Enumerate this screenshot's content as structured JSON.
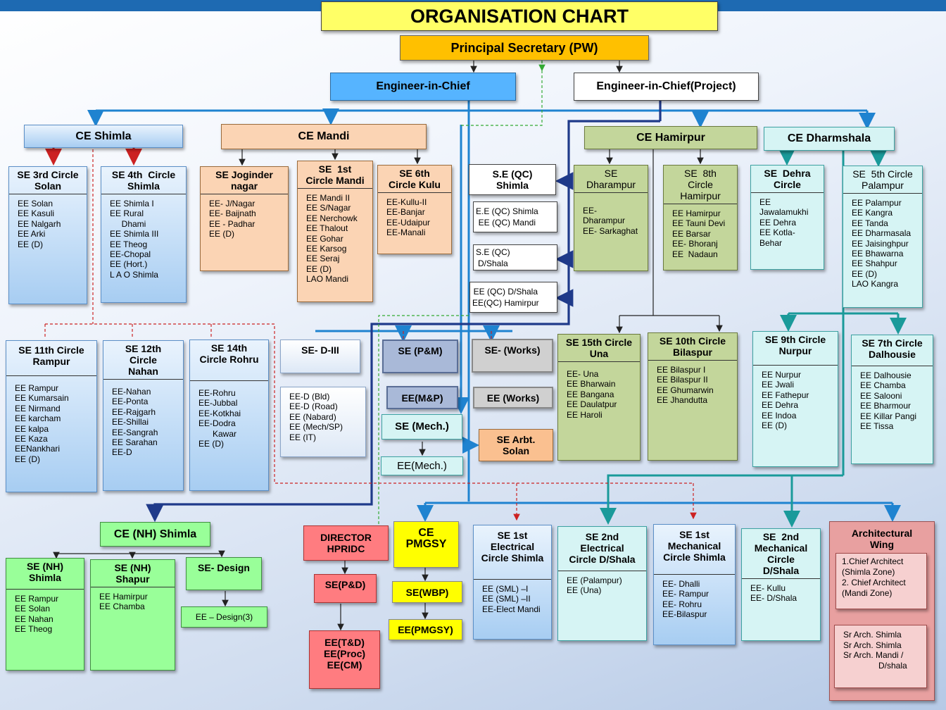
{
  "title": "ORGANISATION CHART",
  "principal_secretary": "Principal Secretary (PW)",
  "eic": "Engineer-in-Chief",
  "eic_project": "Engineer-in-Chief(Project)",
  "ce_shimla": "CE Shimla",
  "ce_mandi": "CE Mandi",
  "ce_hamirpur": "CE Hamirpur",
  "ce_dharmshala": "CE Dharmshala",
  "se_solan": {
    "title": "SE 3rd Circle\nSolan",
    "items": [
      "EE Solan",
      "EE Kasuli",
      "EE Nalgarh",
      "EE Arki",
      "EE (D)"
    ]
  },
  "se_4th_shimla": {
    "title": "SE 4th  Circle\nShimla",
    "items": [
      "EE Shimla I",
      "EE Rural\n     Dhami",
      "EE Shimla III",
      "EE Theog",
      "EE-Chopal",
      "EE (Hort.)",
      "L A O Shimla"
    ]
  },
  "se_jogindernagar": {
    "title": "SE Joginder\nnagar",
    "items": [
      "EE- J/Nagar",
      "EE- Baijnath",
      "EE - Padhar",
      "EE (D)"
    ]
  },
  "se_1st_mandi": {
    "title": "SE  1st\nCircle Mandi",
    "items": [
      "EE Mandi II",
      "EE S/Nagar",
      "EE Nerchowk",
      "EE Thalout",
      "EE Gohar",
      "EE Karsog",
      "EE Seraj",
      "EE (D)",
      "LAO Mandi"
    ]
  },
  "se_6th_kulu": {
    "title": "SE 6th\nCircle Kulu",
    "items": [
      "EE-Kullu-II",
      "EE-Banjar",
      "EE-Udaipur",
      "EE-Manali"
    ]
  },
  "se_qc_shimla": "S.E (QC)\nShimla",
  "ee_qc_shimla": "E.E (QC) Shimla\nEE (QC) Mandi",
  "se_qc_dshala": "S.E (QC)\nD/Shala",
  "ee_qc_dshala": "EE (QC) D/Shala\nEE(QC) Hamirpur",
  "se_dharampur": {
    "title": "SE\nDharampur",
    "items": [
      "EE-\nDharampur",
      "EE- Sarkaghat"
    ]
  },
  "se_8th_hamirpur": {
    "title": "SE  8th\nCircle\nHamirpur",
    "items": [
      "EE Hamirpur",
      "EE Tauni Devi",
      "EE Barsar",
      "EE- Bhoranj",
      "EE  Nadaun"
    ]
  },
  "se_dehra": {
    "title": "SE  Dehra\nCircle",
    "items": [
      "EE\nJawalamukhi",
      "EE Dehra",
      "EE Kotla-\nBehar"
    ]
  },
  "se_5th_palampur": {
    "title": "SE  5th Circle\nPalampur",
    "items": [
      "EE Palampur",
      "EE Kangra",
      "EE Tanda",
      "EE Dharmasala",
      "EE Jaisinghpur",
      "EE Bhawarna",
      "EE Shahpur",
      "EE (D)",
      "LAO Kangra"
    ]
  },
  "se_11th_rampur": {
    "title": "SE 11th Circle\nRampur",
    "items": [
      "EE Rampur",
      "EE Kumarsain",
      "EE Nirmand",
      "EE karcham",
      "EE kalpa",
      "EE Kaza",
      "EENankhari",
      "EE (D)"
    ]
  },
  "se_12th_nahan": {
    "title": "SE 12th\nCircle\nNahan",
    "items": [
      "EE-Nahan",
      "EE-Ponta",
      "EE-Rajgarh",
      "EE-Shillai",
      "EE-Sangrah",
      "EE Sarahan",
      "EE-D"
    ]
  },
  "se_14th_rohru": {
    "title": "SE 14th\nCircle Rohru",
    "items": [
      "EE-Rohru",
      "EE-Jubbal",
      "EE-Kotkhai",
      "EE-Dodra\n      Kawar",
      "EE (D)"
    ]
  },
  "se_d3": {
    "title": "SE- D-III",
    "items": [
      "EE-D (Bld)",
      "EE-D (Road)",
      "EE (Nabard)",
      "EE (Mech/SP)",
      "EE (IT)"
    ]
  },
  "se_pm": "SE (P&M)",
  "ee_mp": "EE(M&P)",
  "se_works": "SE- (Works)",
  "ee_works": "EE (Works)",
  "se_mech": "SE (Mech.)",
  "ee_mech": "EE(Mech.)",
  "se_arbt": "SE Arbt.\nSolan",
  "se_15th_una": {
    "title": "SE 15th Circle\nUna",
    "items": [
      "EE- Una",
      "EE Bharwain",
      "EE Bangana",
      "EE Daulatpur",
      "EE Haroli"
    ]
  },
  "se_10th_bilaspur": {
    "title": "SE 10th Circle\nBilaspur",
    "items": [
      "EE Bilaspur I",
      "EE Bilaspur II",
      "EE Ghumarwin",
      "EE Jhandutta"
    ]
  },
  "se_9th_nurpur": {
    "title": "SE 9th Circle\nNurpur",
    "items": [
      "EE Nurpur",
      "EE Jwali",
      "EE Fathepur",
      "EE Dehra",
      "EE Indoa",
      "EE (D)"
    ]
  },
  "se_7th_dalhousie": {
    "title": "SE 7th Circle\nDalhousie",
    "items": [
      "EE Dalhousie",
      "EE Chamba",
      "EE Salooni",
      "EE Bharmour",
      "EE Killar Pangi",
      "EE Tissa"
    ]
  },
  "ce_nh": "CE (NH) Shimla",
  "se_nh_shimla": {
    "title": "SE (NH)\nShimla",
    "items": [
      "EE Rampur",
      "EE Solan",
      "EE Nahan",
      "EE Theog"
    ]
  },
  "se_nh_shapur": {
    "title": "SE (NH)\nShapur",
    "items": [
      "EE Hamirpur",
      "EE Chamba"
    ]
  },
  "se_design": "SE- Design",
  "ee_design": "EE – Design(3)",
  "director_hpridc": "DIRECTOR\nHPRIDC",
  "se_pd": "SE(P&D)",
  "ee_tcp": "EE(T&D)\nEE(Proc)\nEE(CM)",
  "ce_pmgsy": "CE\nPMGSY",
  "se_wbp": "SE(WBP)",
  "ee_pmgsy": "EE(PMGSY)",
  "se_1st_elec": {
    "title": "SE 1st\nElectrical\nCircle Shimla",
    "items": [
      "EE (SML) –I",
      "EE (SML) –II",
      "EE-Elect Mandi"
    ]
  },
  "se_2nd_elec": {
    "title": "SE 2nd\nElectrical\nCircle D/Shala",
    "items": [
      "EE (Palampur)",
      "EE (Una)"
    ]
  },
  "se_1st_mech": {
    "title": "SE 1st\nMechanical\nCircle Shimla",
    "items": [
      "EE- Dhalli",
      "EE- Rampur",
      "EE- Rohru",
      "EE-Bilaspur"
    ]
  },
  "se_2nd_mech": {
    "title": "SE  2nd\nMechanical\nCircle\nD/Shala",
    "items": [
      "EE- Kullu",
      "EE- D/Shala"
    ]
  },
  "arch_wing": "Architectural\nWing",
  "chief_architects": "1.Chief Architect\n(Shimla Zone)\n2. Chief Architect\n(Mandi Zone)",
  "senior_architects": "Sr Arch. Shimla\nSr Arch. Shimla\nSr Arch. Mandi /\n               D/shala",
  "colors": {
    "thick_line": "#1f3a8a",
    "blue_line": "#1f83d0",
    "teal_line": "#1a9a9a",
    "red_dash": "#cc2222",
    "green_dash": "#33aa33"
  }
}
